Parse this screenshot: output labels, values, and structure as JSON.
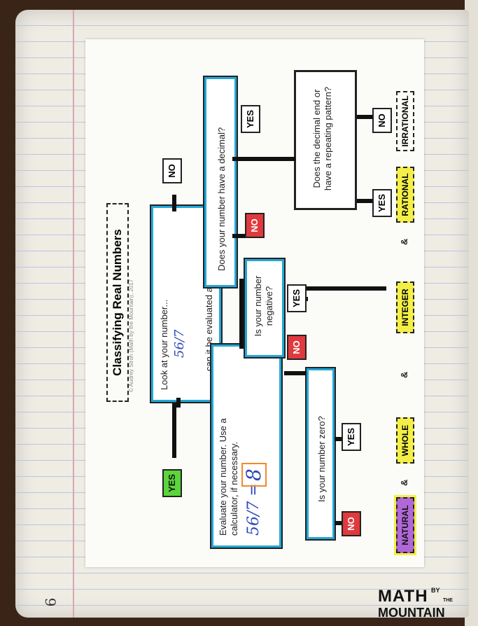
{
  "flowchart": {
    "title": "Classifying Real Numbers",
    "copyright": "© Audrey Stroh (Math by the Mountain), 2017",
    "look_text": "Look at your number...",
    "look_fraction": "56/7",
    "evaluate_q": "...can it be evaluated any further?",
    "evaluate_text": "Evaluate your number.  Use a calculator, if necessary.",
    "evaluate_work": "56/7 =",
    "evaluate_result": "8",
    "decimal_q": "Does your number have a decimal?",
    "repeat_q": "Does the decimal end or have a repeating pattern?",
    "negative_q": "Is your number negative?",
    "zero_q": "Is your number zero?",
    "yes": "YES",
    "no": "NO",
    "amp": "&",
    "categories": {
      "irrational": "IRRATIONAL",
      "rational": "RATIONAL",
      "integer": "INTEGER",
      "whole": "WHOLE",
      "natural": "NATURAL"
    }
  },
  "notebook": {
    "page_number": "6"
  },
  "logo": {
    "line1": "MATH",
    "by": "BY",
    "the": "THE",
    "line2": "MOUNTAIN"
  }
}
